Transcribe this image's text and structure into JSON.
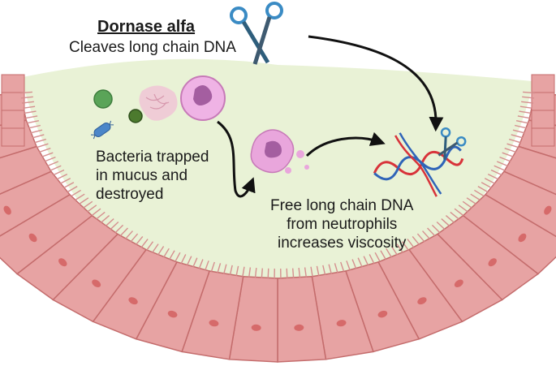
{
  "title": "Dornase alfa",
  "subtitle": "Cleaves long chain DNA",
  "labels": {
    "bacteria": [
      "Bacteria trapped",
      "in mucus and",
      "destroyed"
    ],
    "dna": [
      "Free long chain DNA",
      "from neutrophils",
      "increases viscosity"
    ]
  },
  "colors": {
    "mucus": "#e9f2d6",
    "epithelium": "#e7a3a3",
    "epithelium_outline": "#c46c6c",
    "nucleus": "#d66a6a",
    "cilia": "#d58f8f",
    "neutrophil": "#e9a6dc",
    "bacteria_green": "#5aa458",
    "bacteria_blue": "#4b86c9",
    "scissors_blue": "#3a8bc4",
    "dna_red": "#d8333a",
    "dna_blue": "#2f64b8",
    "arrow": "#111111"
  },
  "icons": [
    "scissors-icon",
    "scissors-icon-small",
    "dna-icon",
    "neutrophil-icon",
    "bacteria-icon"
  ]
}
